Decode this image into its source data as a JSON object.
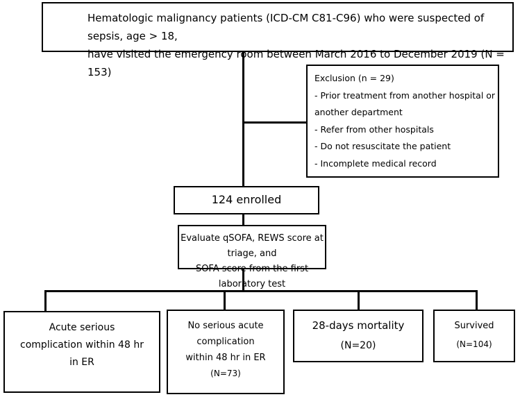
{
  "flow": {
    "source": {
      "line1": "Hematologic malignancy patients (ICD-CM C81-C96) who were suspected of sepsis, age > 18,",
      "line2": "have visited the emergency room between March 2016 to December 2019 (N = 153)"
    },
    "exclusion": {
      "title": "Exclusion (n = 29)",
      "items": [
        "- Prior treatment from another hospital or",
        "another department",
        "- Refer from other hospitals",
        "- Do not resuscitate the patient",
        "- Incomplete medical record"
      ]
    },
    "enrolled": "124 enrolled",
    "evaluate": {
      "line1": "Evaluate qSOFA, REWS score at triage, and",
      "line2": "SOFA score from the first laboratory test"
    },
    "outcomes": [
      {
        "lines": [
          "Acute serious",
          "complication within 48 hr",
          "in ER"
        ]
      },
      {
        "lines": [
          "No serious acute",
          "complication",
          "within 48 hr in ER",
          "(N=73)"
        ]
      },
      {
        "lines": [
          "28-days mortality",
          "(N=20)"
        ]
      },
      {
        "lines": [
          "Survived",
          "(N=104)"
        ]
      }
    ]
  }
}
